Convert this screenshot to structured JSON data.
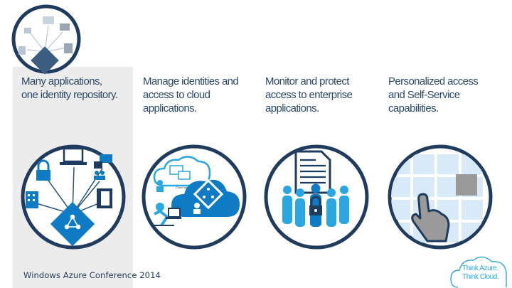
{
  "columns": [
    {
      "text": "Many applications,\none identity repository."
    },
    {
      "text": "Manage identities and\naccess to cloud\napplications."
    },
    {
      "text": "Monitor and protect\naccess to enterprise\napplications."
    },
    {
      "text": "Personalized access\nand Self-Service\ncapabilities."
    }
  ],
  "footer": {
    "conference": "Windows Azure Conference 2014"
  },
  "tagline": {
    "line1": "Think Azure.",
    "line2": "Think Cloud."
  },
  "illustrations": {
    "cloud_box_label": "Cloud apps"
  },
  "colors": {
    "navy": "#1f3b5e",
    "azure_blue": "#0f7bc4",
    "light_blue": "#2aa7e0",
    "gray_panel": "#ececec",
    "text_blue": "#2a4868"
  }
}
